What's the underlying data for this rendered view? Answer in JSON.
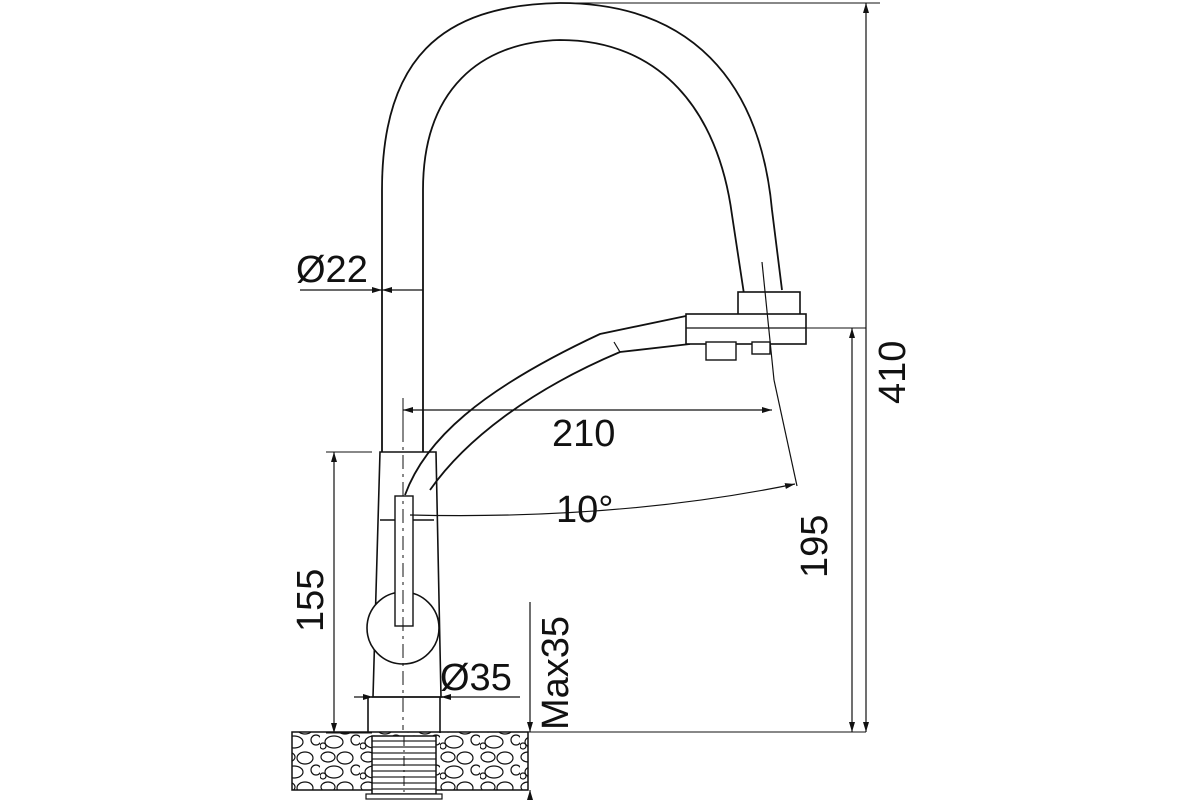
{
  "dimensions": {
    "spout_diameter": "Ø22",
    "spout_reach": "210",
    "swivel_angle": "10°",
    "body_height": "155",
    "base_diameter": "Ø35",
    "max_countertop_thickness": "Max35",
    "spout_outlet_height": "195",
    "total_height": "410"
  },
  "colors": {
    "line": "#111111",
    "background": "#ffffff",
    "thread": "#555555"
  }
}
